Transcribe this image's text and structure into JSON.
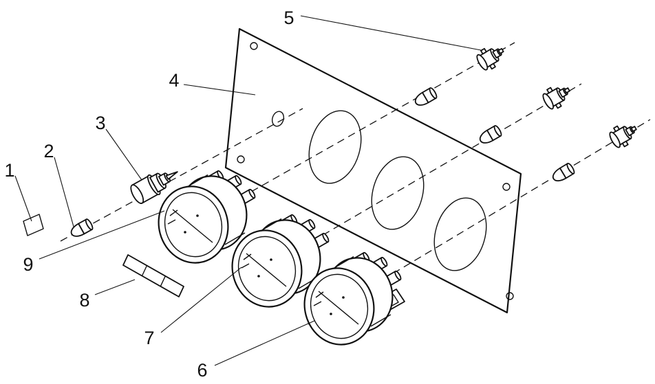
{
  "colors": {
    "ink": "#111111",
    "background": "#ffffff"
  },
  "callouts": [
    {
      "label": "1"
    },
    {
      "label": "2"
    },
    {
      "label": "3"
    },
    {
      "label": "4"
    },
    {
      "label": "5"
    },
    {
      "label": "6"
    },
    {
      "label": "7"
    },
    {
      "label": "8"
    },
    {
      "label": "9"
    }
  ]
}
